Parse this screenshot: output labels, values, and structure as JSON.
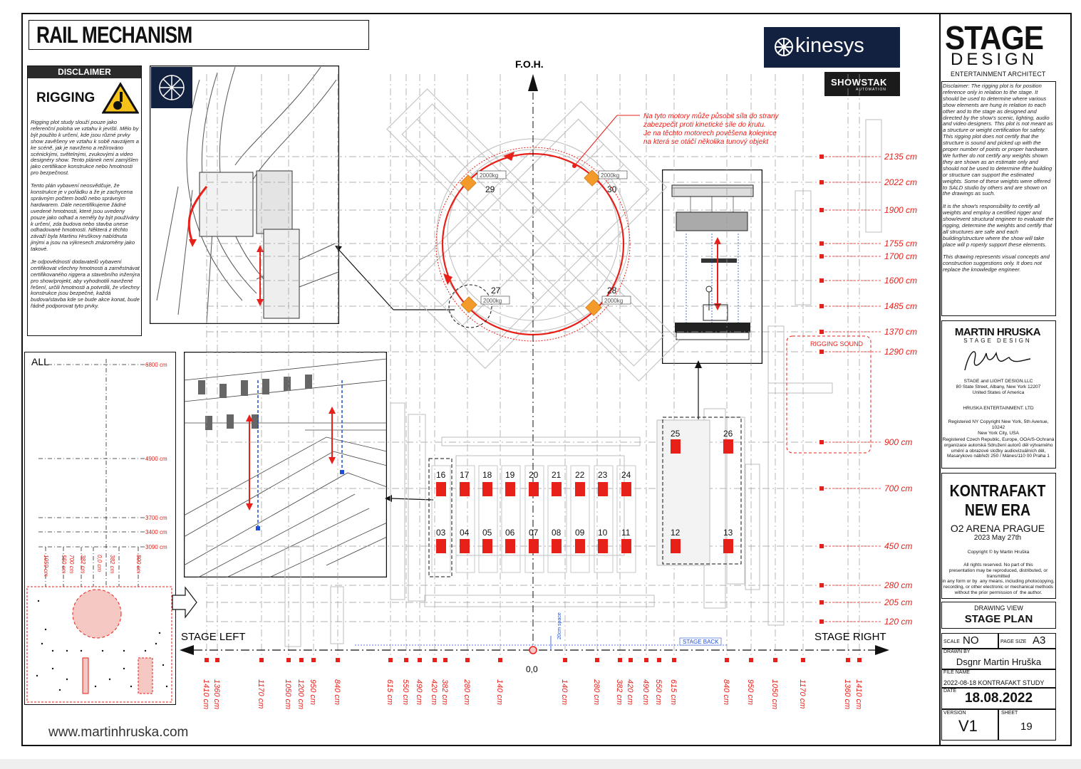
{
  "title": "RAIL MECHANISM",
  "disclaimer": {
    "header": "DISCLAIMER",
    "rigging_label": "RIGGING",
    "text": "Rigging plot study slouží pouze jako referenční poloha ve vztahu k jevišti. Mělo by být použito k určení, kde jsou různé prvky show zavěšeny ve vztahu k sobě navzájem a ke scéně, jak je navrženo a režírováno scénickými, světelnými, zvukovými a video designéry show. Tento plánek není zamýšlen jako certifikace konstrukce nebo hmotnosti pro bezpečnost.\n\nTento plán vybavení neosvědčuje, že konstrukce je v pořádku a že je zachycena správným počtem bodů nebo správným hardwarem. Dále necertifikujeme žádné uvedené hmotnosti, které jsou uvedeny pouze jako odhad a neměly by být používány k určení, zda budova nebo stavba unese odhadované hmotnosti. Některá z těchto závaží byla Martinu Hruškovy nabídnuta jinými a jsou na výkresech znázorněny jako takové.\n\nJe odpovědností dodavatelů vybavení certifikovat všechny hmotnosti a zaměstnávat certifikovaného riggera a stavebního inženýra pro show/projekt, aby vyhodnotili navržené řešení, určili hmotnosti a potvrdili, že všechny konstrukce jsou bezpečné, každá budova/stavba kde se bude akce konat, bude řádně podporovat tyto prvky."
  },
  "all_panel": {
    "label": "ALL",
    "levels": [
      "6800 cm",
      "4900 cm",
      "3700 cm",
      "3400 cm",
      "3090 cm"
    ],
    "bottom_labels": [
      "1050 cm",
      "550 cm",
      "700 cm",
      "382 cm",
      "0,0 cm",
      "382 cm",
      "800 cm"
    ]
  },
  "plan": {
    "foh_label": "F.O.H.",
    "stage_left": "STAGE LEFT",
    "stage_right": "STAGE RIGHT",
    "origin": "0,0",
    "stage_back": "STAGE BACK",
    "offset_note": "20cm space",
    "annotation": "Na tyto motory může působit síla do strany\nzabezpečit proti kinetické síle do krutu.\nJe na těchto motorech pověšena kolejnice\nna která se otáčí několika tunový objekt",
    "motor_load": "2000kg",
    "ring_motors": [
      "29",
      "30",
      "27",
      "28"
    ],
    "row_top": [
      "16",
      "17",
      "18",
      "19",
      "20",
      "21",
      "22",
      "23",
      "24"
    ],
    "row_bottom": [
      "03",
      "04",
      "05",
      "06",
      "07",
      "08",
      "09",
      "10",
      "11"
    ],
    "side_top": [
      "25",
      "26"
    ],
    "side_bottom": [
      "12",
      "13"
    ],
    "rigging_sound": "RIGGING SOUND",
    "y_labels": [
      "2135 cm",
      "2022 cm",
      "1900 cm",
      "1755 cm",
      "1700 cm",
      "1600 cm",
      "1485 cm",
      "1370 cm",
      "1290 cm",
      "900 cm",
      "700 cm",
      "450 cm",
      "280 cm",
      "205 cm",
      "120 cm"
    ],
    "x_labels_left": [
      "1410 cm",
      "1360 cm",
      "1170 cm",
      "1050 cm",
      "1200 cm",
      "950 cm",
      "840 cm",
      "615 cm",
      "550 cm",
      "490 cm",
      "420 cm",
      "382 cm",
      "280 cm",
      "140 cm"
    ],
    "x_labels_right": [
      "140 cm",
      "280 cm",
      "382 cm",
      "420 cm",
      "490 cm",
      "550 cm",
      "615 cm",
      "840 cm",
      "950 cm",
      "1050 cm",
      "1170 cm",
      "1360 cm",
      "1410 cm"
    ]
  },
  "brands": {
    "kinesys": "kinesys",
    "showstak": "SHOWSTAK",
    "showstak_sub": "AUTOMATION"
  },
  "title_block": {
    "company_line1": "STAGE",
    "company_line2": "DESIGN",
    "company_line3": "ENTERTAINMENT ARCHITECT",
    "disclaimer_en": "Disclaimer: The rigging plot is for position reference only in relation to the stage. It should be used to determine where various show elements are hung in relation to each other and to the stage as designed and directed by the show's scenic, lighting, audio and video designers. This plot is not meant as a structure or weight certification for safety.\nThis rigging plot does not certify that the structure is sound and picked up with the proper number of points or proper hardware. We further do not certify any weights shown they are shown as an estimate only and should not be used to determine ifthe building or structure can support the estimated weights. Some of these weights were offered to SALD studio by others and are shown on the drawings as such.\n\nIt is the show's responsibility to certify all weights and employ a certified rigger and show/event structural engineer to evaluate the rigging, determine the weights and certify that all structures are safe and each building/structure where the show will take place will p roperly support these elements.\n\nThis drawing represents visual concepts and construction suggestions only. It does not replace the knowledge engineer.",
    "designer": "MARTIN HRUSKA",
    "designer_sub": "STAGE DESIGN",
    "address": "STAGE and LIGHT DESIGN.LLC\n80 State Street, Albany, New York 12207\nUnited States of America",
    "ent": "HRUSKA ENTERTAINMENT. LTD",
    "reg_ny": "Registered NY Copyright New York, 5th Avenue, 10242\nNew York City, USA",
    "reg_cz": "Registered Czech Republic, Europe, OOA/S-Ochraná\norganizace autorská Sdružení autorů děl výtvarného\numění a obrazové složky audiovizuálních děl,\nMasarykovo nábřeží 250 / Mánes/110 00 Praha 1",
    "project_line1": "KONTRAFAKT",
    "project_line2": "NEW ERA",
    "venue": "O2 ARENA PRAGUE",
    "show_date": "2023 May 27th",
    "copyright": "Copyright © by Martin Hruška",
    "rights": "All rights reserved. No part of this\npresentation may be reproduced, distributed, or\ntransmitted\nin any form or by  any means, including photocopying,\nrecording, or other electronic or mechanical methods\nwithout the prior permission of  the author.",
    "drawing_view_label": "DRAWING VIEW",
    "drawing_view": "STAGE PLAN",
    "scale_label": "SCALE",
    "scale": "NO",
    "page_size_label": "PAGE SIZE",
    "page_size": "A3",
    "drawn_by_label": "DRAWN BY",
    "drawn_by": "Dsgnr Martin Hruška",
    "file_name_label": "FILE NAME",
    "file_name": "2022-08-18 KONTRAFAKT STUDY",
    "date_label": "DATE",
    "date": "18.08.2022",
    "version_label": "VERSION",
    "version": "V1",
    "sheet_label": "SHEET",
    "sheet": "19"
  },
  "website": "www.martinhruska.com",
  "colors": {
    "accent": "#e8201a",
    "motor": "#f49a2a",
    "navy": "#132140",
    "blue": "#1f4fd6"
  }
}
